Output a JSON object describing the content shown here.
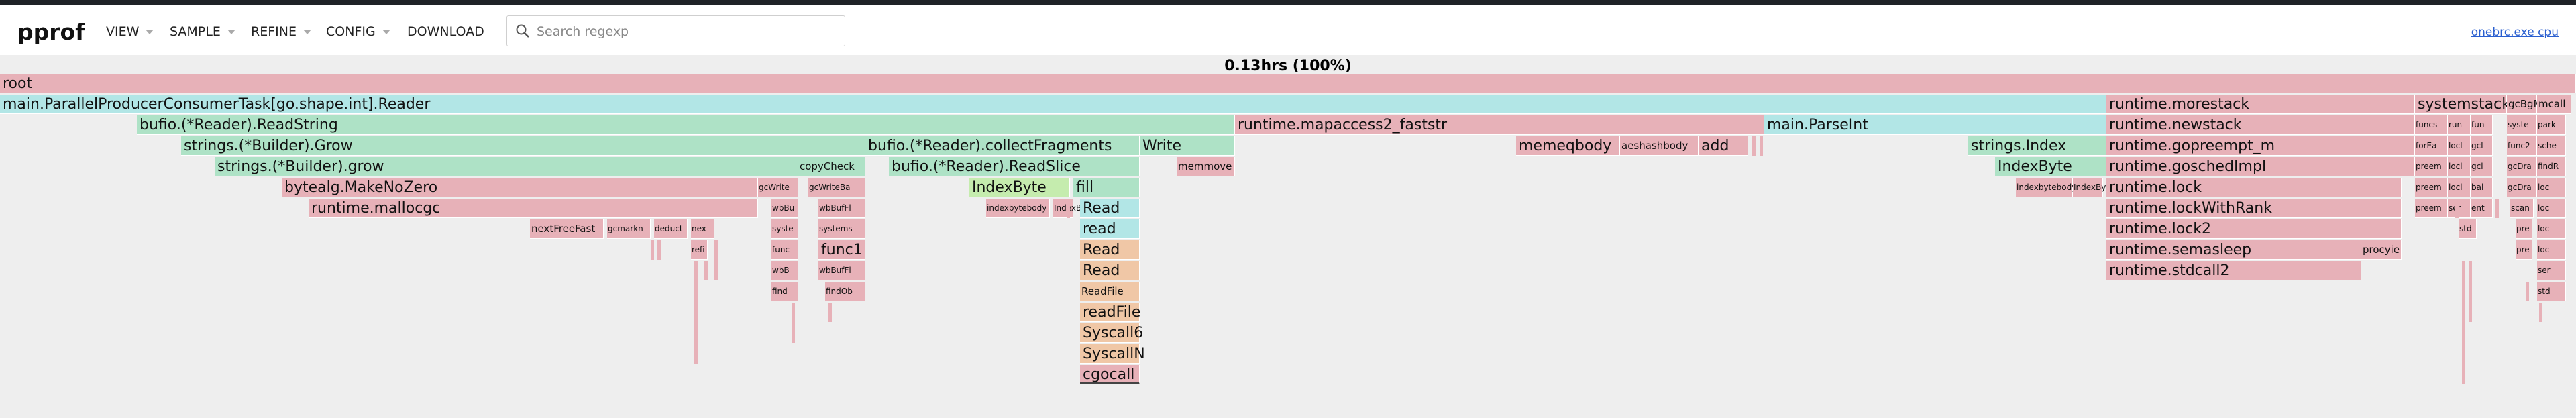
{
  "app": {
    "title": "pprof",
    "menus": [
      {
        "label": "VIEW"
      },
      {
        "label": "SAMPLE"
      },
      {
        "label": "REFINE"
      },
      {
        "label": "CONFIG"
      },
      {
        "label": "DOWNLOAD"
      }
    ],
    "search": {
      "placeholder": "Search regexp",
      "value": ""
    },
    "file_link": "onebrc.exe cpu"
  },
  "flame": {
    "total_label": "0.13hrs (100%)",
    "colors": {
      "pink": "#e7b1b8",
      "green": "#aee2c6",
      "teal": "#b2e6e6",
      "lightgreen": "#c5ecae",
      "peach": "#f0c7a6"
    },
    "frames": [
      {
        "label": "root",
        "c": "pink",
        "d": 0,
        "x0": 0,
        "x1": 1.0
      },
      {
        "label": "main.ParallelProducerConsumerTask[go.shape.int].Reader",
        "c": "teal",
        "d": 1,
        "x0": 0,
        "x1": 0.8177
      },
      {
        "label": "runtime.morestack",
        "c": "pink",
        "d": 1,
        "x0": 0.8177,
        "x1": 0.9375
      },
      {
        "label": "systemstack",
        "c": "pink",
        "d": 1,
        "x0": 0.9375,
        "x1": 0.9733
      },
      {
        "label": "gcBgM",
        "c": "pink",
        "d": 1,
        "x0": 0.9733,
        "x1": 0.985,
        "sz": "s"
      },
      {
        "label": "mcall",
        "c": "pink",
        "d": 1,
        "x0": 0.985,
        "x1": 0.9982,
        "sz": "s"
      },
      {
        "label": "bufio.(*Reader).ReadString",
        "c": "green",
        "d": 2,
        "x0": 0.0531,
        "x1": 0.4794
      },
      {
        "label": "runtime.mapaccess2_faststr",
        "c": "pink",
        "d": 2,
        "x0": 0.4794,
        "x1": 0.6849
      },
      {
        "label": "main.ParseInt",
        "c": "teal",
        "d": 2,
        "x0": 0.6849,
        "x1": 0.8177
      },
      {
        "label": "runtime.newstack",
        "c": "pink",
        "d": 2,
        "x0": 0.8177,
        "x1": 0.9375
      },
      {
        "label": "funcs",
        "c": "pink",
        "d": 2,
        "x0": 0.9375,
        "x1": 0.9503,
        "sz": "xs"
      },
      {
        "label": "run",
        "c": "pink",
        "d": 2,
        "x0": 0.9503,
        "x1": 0.9591,
        "sz": "xs"
      },
      {
        "label": "fun",
        "c": "pink",
        "d": 2,
        "x0": 0.9591,
        "x1": 0.9678,
        "sz": "xs"
      },
      {
        "label": "syste",
        "c": "pink",
        "d": 2,
        "x0": 0.9733,
        "x1": 0.985,
        "sz": "xs"
      },
      {
        "label": "park",
        "c": "pink",
        "d": 2,
        "x0": 0.985,
        "x1": 0.9963,
        "sz": "xs"
      },
      {
        "label": "strings.(*Builder).Grow",
        "c": "green",
        "d": 3,
        "x0": 0.0703,
        "x1": 0.3359
      },
      {
        "label": "bufio.(*Reader).collectFragments",
        "c": "green",
        "d": 3,
        "x0": 0.3359,
        "x1": 0.4424
      },
      {
        "label": "Write",
        "c": "green",
        "d": 3,
        "x0": 0.4424,
        "x1": 0.4794
      },
      {
        "label": "memeqbody",
        "c": "pink",
        "d": 3,
        "x0": 0.5885,
        "x1": 0.6289
      },
      {
        "label": "aeshashbody",
        "c": "pink",
        "d": 3,
        "x0": 0.6289,
        "x1": 0.6594,
        "sz": "s"
      },
      {
        "label": "add",
        "c": "pink",
        "d": 3,
        "x0": 0.6594,
        "x1": 0.6786
      },
      {
        "label": "strings.Index",
        "c": "green",
        "d": 3,
        "x0": 0.7641,
        "x1": 0.8177
      },
      {
        "label": "runtime.gopreempt_m",
        "c": "pink",
        "d": 3,
        "x0": 0.8177,
        "x1": 0.9375
      },
      {
        "label": "forEa",
        "c": "pink",
        "d": 3,
        "x0": 0.9375,
        "x1": 0.9503,
        "sz": "xs"
      },
      {
        "label": "locl",
        "c": "pink",
        "d": 3,
        "x0": 0.9503,
        "x1": 0.9591,
        "sz": "xs"
      },
      {
        "label": "gcl",
        "c": "pink",
        "d": 3,
        "x0": 0.9591,
        "x1": 0.9678,
        "sz": "xs"
      },
      {
        "label": "func2",
        "c": "pink",
        "d": 3,
        "x0": 0.9733,
        "x1": 0.985,
        "sz": "xs"
      },
      {
        "label": "sche",
        "c": "pink",
        "d": 3,
        "x0": 0.985,
        "x1": 0.9963,
        "sz": "xs"
      },
      {
        "label": "strings.(*Builder).grow",
        "c": "green",
        "d": 4,
        "x0": 0.0833,
        "x1": 0.3099
      },
      {
        "label": "copyCheck",
        "c": "green",
        "d": 4,
        "x0": 0.3099,
        "x1": 0.3359,
        "sz": "s"
      },
      {
        "label": "bufio.(*Reader).ReadSlice",
        "c": "green",
        "d": 4,
        "x0": 0.3451,
        "x1": 0.4424
      },
      {
        "label": "memmove",
        "c": "pink",
        "d": 4,
        "x0": 0.4568,
        "x1": 0.4794,
        "sz": "s"
      },
      {
        "label": "IndexByte",
        "c": "green",
        "d": 4,
        "x0": 0.7745,
        "x1": 0.8177
      },
      {
        "label": "runtime.goschedImpl",
        "c": "pink",
        "d": 4,
        "x0": 0.8177,
        "x1": 0.9375
      },
      {
        "label": "preem",
        "c": "pink",
        "d": 4,
        "x0": 0.9375,
        "x1": 0.9503,
        "sz": "xs"
      },
      {
        "label": "locl",
        "c": "pink",
        "d": 4,
        "x0": 0.9503,
        "x1": 0.9591,
        "sz": "xs"
      },
      {
        "label": "gcl",
        "c": "pink",
        "d": 4,
        "x0": 0.9591,
        "x1": 0.9678,
        "sz": "xs"
      },
      {
        "label": "gcDra",
        "c": "pink",
        "d": 4,
        "x0": 0.9733,
        "x1": 0.985,
        "sz": "xs"
      },
      {
        "label": "findR",
        "c": "pink",
        "d": 4,
        "x0": 0.985,
        "x1": 0.9963,
        "sz": "xs"
      },
      {
        "label": "bytealg.MakeNoZero",
        "c": "pink",
        "d": 5,
        "x0": 0.1094,
        "x1": 0.2943
      },
      {
        "label": "gcWrite",
        "c": "pink",
        "d": 5,
        "x0": 0.2943,
        "x1": 0.3099,
        "sz": "xs"
      },
      {
        "label": "gcWriteBa",
        "c": "pink",
        "d": 5,
        "x0": 0.3138,
        "x1": 0.3359,
        "sz": "xs"
      },
      {
        "label": "IndexByte",
        "c": "lightgreen",
        "d": 5,
        "x0": 0.3763,
        "x1": 0.4154
      },
      {
        "label": "fill",
        "c": "green",
        "d": 5,
        "x0": 0.4167,
        "x1": 0.4424
      },
      {
        "label": "indexbytebody",
        "c": "pink",
        "d": 5,
        "x0": 0.7826,
        "x1": 0.8047,
        "sz": "xs"
      },
      {
        "label": "IndexBy",
        "c": "pink",
        "d": 5,
        "x0": 0.8047,
        "x1": 0.8164,
        "sz": "xs"
      },
      {
        "label": "runtime.lock",
        "c": "pink",
        "d": 5,
        "x0": 0.8177,
        "x1": 0.9323
      },
      {
        "label": "preem",
        "c": "pink",
        "d": 5,
        "x0": 0.9375,
        "x1": 0.9503,
        "sz": "xs"
      },
      {
        "label": "locl",
        "c": "pink",
        "d": 5,
        "x0": 0.9503,
        "x1": 0.9591,
        "sz": "xs"
      },
      {
        "label": "bal",
        "c": "pink",
        "d": 5,
        "x0": 0.9591,
        "x1": 0.9678,
        "sz": "xs"
      },
      {
        "label": "gcDra",
        "c": "pink",
        "d": 5,
        "x0": 0.9733,
        "x1": 0.985,
        "sz": "xs"
      },
      {
        "label": "loc",
        "c": "pink",
        "d": 5,
        "x0": 0.985,
        "x1": 0.9963,
        "sz": "xs"
      },
      {
        "label": "runtime.mallocgc",
        "c": "pink",
        "d": 6,
        "x0": 0.1198,
        "x1": 0.2943
      },
      {
        "label": "wbBu",
        "c": "pink",
        "d": 6,
        "x0": 0.2995,
        "x1": 0.3099,
        "sz": "xs"
      },
      {
        "label": "wbBufFl",
        "c": "pink",
        "d": 6,
        "x0": 0.3177,
        "x1": 0.3359,
        "sz": "xs"
      },
      {
        "label": "indexbytebody",
        "c": "pink",
        "d": 6,
        "x0": 0.3828,
        "x1": 0.4076,
        "sz": "xs"
      },
      {
        "label": "IndexB",
        "c": "pink",
        "d": 6,
        "x0": 0.4089,
        "x1": 0.4167,
        "sz": "xs"
      },
      {
        "label": "Read",
        "c": "teal",
        "d": 6,
        "x0": 0.4193,
        "x1": 0.4424
      },
      {
        "label": "runtime.lockWithRank",
        "c": "pink",
        "d": 6,
        "x0": 0.8177,
        "x1": 0.9323
      },
      {
        "label": "preem",
        "c": "pink",
        "d": 6,
        "x0": 0.9375,
        "x1": 0.9503,
        "sz": "xs"
      },
      {
        "label": "ser",
        "c": "pink",
        "d": 6,
        "x0": 0.9503,
        "x1": 0.9591,
        "sz": "xs"
      },
      {
        "label": "ent",
        "c": "pink",
        "d": 6,
        "x0": 0.9591,
        "x1": 0.9678,
        "sz": "xs"
      },
      {
        "label": "scan",
        "c": "pink",
        "d": 6,
        "x0": 0.9746,
        "x1": 0.9837,
        "sz": "xs"
      },
      {
        "label": "loc",
        "c": "pink",
        "d": 6,
        "x0": 0.985,
        "x1": 0.9963,
        "sz": "xs"
      },
      {
        "label": "nextFreeFast",
        "c": "pink",
        "d": 7,
        "x0": 0.2057,
        "x1": 0.2344,
        "sz": "s"
      },
      {
        "label": "gcmarkn",
        "c": "pink",
        "d": 7,
        "x0": 0.2357,
        "x1": 0.2526,
        "sz": "xs"
      },
      {
        "label": "deduct",
        "c": "pink",
        "d": 7,
        "x0": 0.2539,
        "x1": 0.2669,
        "sz": "xs"
      },
      {
        "label": "nex",
        "c": "pink",
        "d": 7,
        "x0": 0.2682,
        "x1": 0.2773,
        "sz": "xs"
      },
      {
        "label": "syste",
        "c": "pink",
        "d": 7,
        "x0": 0.2995,
        "x1": 0.3099,
        "sz": "xs"
      },
      {
        "label": "systems",
        "c": "pink",
        "d": 7,
        "x0": 0.3177,
        "x1": 0.3359,
        "sz": "xs"
      },
      {
        "label": "read",
        "c": "teal",
        "d": 7,
        "x0": 0.4193,
        "x1": 0.4424
      },
      {
        "label": "runtime.lock2",
        "c": "pink",
        "d": 7,
        "x0": 0.8177,
        "x1": 0.9323
      },
      {
        "label": "std",
        "c": "pink",
        "d": 7,
        "x0": 0.9545,
        "x1": 0.9616,
        "sz": "xs"
      },
      {
        "label": "pre",
        "c": "pink",
        "d": 7,
        "x0": 0.9766,
        "x1": 0.9832,
        "sz": "xs"
      },
      {
        "label": "loc",
        "c": "pink",
        "d": 7,
        "x0": 0.985,
        "x1": 0.9963,
        "sz": "xs"
      },
      {
        "label": "refi",
        "c": "pink",
        "d": 8,
        "x0": 0.2682,
        "x1": 0.2747,
        "sz": "xs"
      },
      {
        "label": "func",
        "c": "pink",
        "d": 8,
        "x0": 0.2995,
        "x1": 0.3099,
        "sz": "xs"
      },
      {
        "label": "func1",
        "c": "pink",
        "d": 8,
        "x0": 0.3177,
        "x1": 0.3359
      },
      {
        "label": "Read",
        "c": "peach",
        "d": 8,
        "x0": 0.4193,
        "x1": 0.4424
      },
      {
        "label": "runtime.semasleep",
        "c": "pink",
        "d": 8,
        "x0": 0.8177,
        "x1": 0.9167
      },
      {
        "label": "procyie",
        "c": "pink",
        "d": 8,
        "x0": 0.9167,
        "x1": 0.9323,
        "sz": "s"
      },
      {
        "label": "pre",
        "c": "pink",
        "d": 8,
        "x0": 0.9766,
        "x1": 0.9832,
        "sz": "xs"
      },
      {
        "label": "loc",
        "c": "pink",
        "d": 8,
        "x0": 0.985,
        "x1": 0.9963,
        "sz": "xs"
      },
      {
        "label": "wbB",
        "c": "pink",
        "d": 9,
        "x0": 0.2995,
        "x1": 0.3099,
        "sz": "xs"
      },
      {
        "label": "wbBufFl",
        "c": "pink",
        "d": 9,
        "x0": 0.3177,
        "x1": 0.3359,
        "sz": "xs"
      },
      {
        "label": "Read",
        "c": "peach",
        "d": 9,
        "x0": 0.4193,
        "x1": 0.4424
      },
      {
        "label": "runtime.stdcall2",
        "c": "pink",
        "d": 9,
        "x0": 0.8177,
        "x1": 0.9167
      },
      {
        "label": "ser",
        "c": "pink",
        "d": 9,
        "x0": 0.985,
        "x1": 0.9963,
        "sz": "xs"
      },
      {
        "label": "find",
        "c": "pink",
        "d": 10,
        "x0": 0.2995,
        "x1": 0.3099,
        "sz": "xs"
      },
      {
        "label": "findOb",
        "c": "pink",
        "d": 10,
        "x0": 0.3203,
        "x1": 0.3359,
        "sz": "xs"
      },
      {
        "label": "ReadFile",
        "c": "peach",
        "d": 10,
        "x0": 0.4193,
        "x1": 0.4424,
        "sz": "s"
      },
      {
        "label": "std",
        "c": "pink",
        "d": 10,
        "x0": 0.985,
        "x1": 0.9963,
        "sz": "xs"
      },
      {
        "label": "readFile",
        "c": "peach",
        "d": 11,
        "x0": 0.4193,
        "x1": 0.4424
      },
      {
        "label": "Syscall6",
        "c": "peach",
        "d": 12,
        "x0": 0.4193,
        "x1": 0.4424
      },
      {
        "label": "SyscallN",
        "c": "peach",
        "d": 13,
        "x0": 0.4193,
        "x1": 0.4424
      },
      {
        "label": "cgocall",
        "c": "pink",
        "d": 14,
        "x0": 0.4193,
        "x1": 0.4424,
        "hi": true
      }
    ],
    "slivers": [
      {
        "d": 3,
        "x0": 0.6802,
        "x1": 0.6815,
        "c": "pink",
        "depth": 1
      },
      {
        "d": 3,
        "x0": 0.6831,
        "x1": 0.6844,
        "c": "pink",
        "depth": 1
      },
      {
        "d": 8,
        "x0": 0.2773,
        "x1": 0.2786,
        "c": "pink",
        "depth": 2
      },
      {
        "d": 8,
        "x0": 0.2526,
        "x1": 0.2539,
        "c": "pink",
        "depth": 1
      },
      {
        "d": 8,
        "x0": 0.2552,
        "x1": 0.2565,
        "c": "pink",
        "depth": 1
      },
      {
        "d": 9,
        "x0": 0.2695,
        "x1": 0.2708,
        "c": "pink",
        "depth": 5
      },
      {
        "d": 9,
        "x0": 0.2734,
        "x1": 0.2747,
        "c": "pink",
        "depth": 1
      },
      {
        "d": 11,
        "x0": 0.3073,
        "x1": 0.3086,
        "c": "pink",
        "depth": 2
      },
      {
        "d": 11,
        "x0": 0.3216,
        "x1": 0.3229,
        "c": "pink",
        "depth": 1
      },
      {
        "d": 6,
        "x0": 0.4141,
        "x1": 0.4154,
        "c": "pink",
        "depth": 1
      },
      {
        "d": 9,
        "x0": 0.9556,
        "x1": 0.9569,
        "c": "pink",
        "depth": 6
      },
      {
        "d": 9,
        "x0": 0.9583,
        "x1": 0.9596,
        "c": "pink",
        "depth": 3
      },
      {
        "d": 10,
        "x0": 0.9805,
        "x1": 0.9818,
        "c": "pink",
        "depth": 1
      },
      {
        "d": 6,
        "x0": 0.9531,
        "x1": 0.9544,
        "c": "pink",
        "depth": 1
      },
      {
        "d": 11,
        "x0": 0.9857,
        "x1": 0.987,
        "c": "pink",
        "depth": 1
      },
      {
        "d": 6,
        "x0": 0.9688,
        "x1": 0.9701,
        "c": "pink",
        "depth": 1
      }
    ]
  }
}
